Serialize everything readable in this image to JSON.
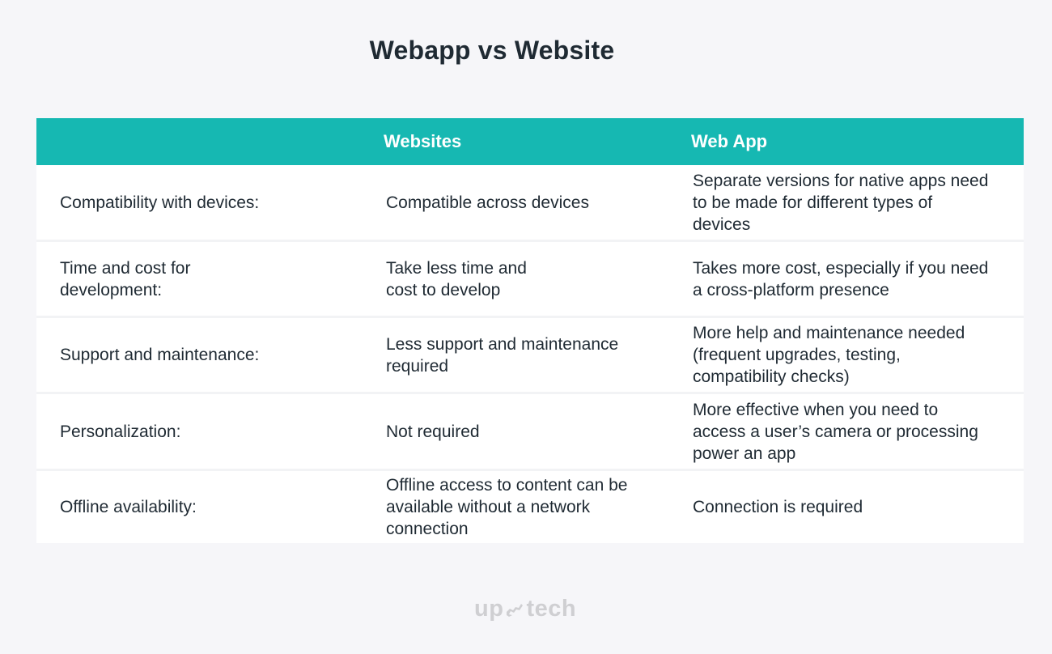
{
  "title": "Webapp vs Website",
  "table": {
    "headers": [
      "",
      "Websites",
      "Web App"
    ],
    "rows": [
      {
        "criterion": "Compatibility with devices:",
        "websites": "Compatible across devices",
        "webapp": "Separate versions for native apps need to be made for different types of devices"
      },
      {
        "criterion": "Time and cost for development:",
        "websites": "Take less time and cost to develop",
        "webapp": "Takes more cost, especially if you need a cross-platform presence"
      },
      {
        "criterion": "Support and maintenance:",
        "websites": "Less support and maintenance required",
        "webapp": "More help and maintenance needed (frequent upgrades, testing, compatibility checks)"
      },
      {
        "criterion": "Personalization:",
        "websites": "Not required",
        "webapp": "More effective when you need to access a user’s camera or processing power an app"
      },
      {
        "criterion": "Offline availability:",
        "websites": "Offline access to content can be available without a network connection",
        "webapp": "Connection is required"
      }
    ]
  },
  "logo": {
    "left": "up",
    "right": "tech",
    "icon": "stairs-arrow-icon"
  },
  "colors": {
    "header_bg": "#16b8b2",
    "page_bg": "#f6f6f9",
    "text": "#1f2a33",
    "logo": "#cfcfd2"
  }
}
